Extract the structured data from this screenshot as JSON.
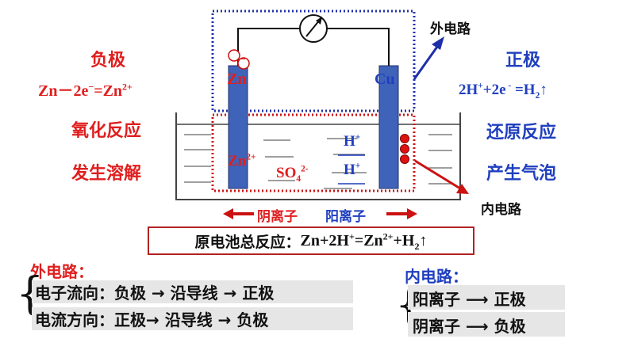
{
  "left": {
    "title": "负极",
    "equation": {
      "a": "Zn－2e",
      "b": "−",
      "c": "=Zn",
      "d": "2+"
    },
    "line1": "氧化反应",
    "line2": "发生溶解"
  },
  "right": {
    "title": "正极",
    "equation": {
      "a": "2H",
      "b": "+",
      "c": "+2e",
      "d": " -",
      "e": " =H",
      "f": "2",
      "g": "↑"
    },
    "line1": "还原反应",
    "line2": "产生气泡"
  },
  "labels": {
    "outer_circuit": "外电路",
    "inner_circuit": "内电路",
    "zn": "Zn",
    "cu": "Cu",
    "electron": "−",
    "zn_ion": {
      "base": "Zn",
      "sup": "2+"
    },
    "h_ion": {
      "base": "H",
      "sup": "+"
    },
    "so4": {
      "base": "SO",
      "sub": "4",
      "sup": "2-"
    },
    "anion": "阴离子",
    "cation": "阳离子"
  },
  "summary": {
    "label": "原电池总反应：",
    "a": "Zn+2H",
    "b": "+",
    "c": "=Zn",
    "d": "2+",
    "e": "+H",
    "f": "2",
    "g": "↑"
  },
  "outer_notes": {
    "heading": "外电路：",
    "brace": "{",
    "row1": "电子流向：负极 → 沿导线 → 正极",
    "row2": "电流方向：正极→ 沿导线 → 负极"
  },
  "inner_notes": {
    "heading": "内电路：",
    "brace": "{",
    "row1": "阳离子 ⟶ 正极",
    "row2": "阴离子 ⟶ 负极"
  },
  "colors": {
    "red": "#e01e1e",
    "blue": "#1f3fbf",
    "electrode": "#3f63b8",
    "frame": "#b22222"
  }
}
